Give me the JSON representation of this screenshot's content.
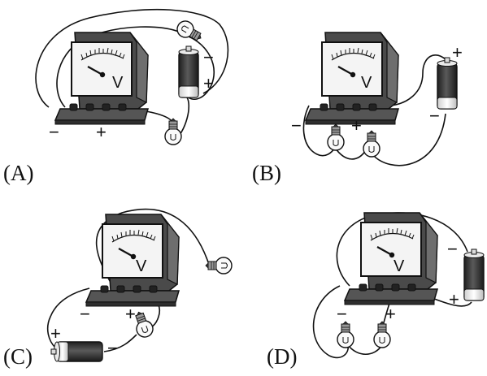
{
  "panels": [
    {
      "id": "A",
      "caption": "(A)",
      "meter_label": "V",
      "meter_terminals": {
        "neg": "−",
        "pos": "+"
      },
      "battery_terminals": {
        "neg": "−",
        "pos": "+"
      }
    },
    {
      "id": "B",
      "caption": "(B)",
      "meter_label": "V",
      "meter_terminals": {
        "neg": "−",
        "pos": "+"
      },
      "battery_terminals": {
        "neg": "−",
        "pos": "+"
      }
    },
    {
      "id": "C",
      "caption": "(C)",
      "meter_label": "V",
      "meter_terminals": {
        "neg": "−",
        "pos": "+"
      },
      "battery_terminals": {
        "neg": "−",
        "pos": "+"
      }
    },
    {
      "id": "D",
      "caption": "(D)",
      "meter_label": "V",
      "meter_terminals": {
        "neg": "−",
        "pos": "+"
      },
      "battery_terminals": {
        "neg": "−",
        "pos": "+"
      }
    }
  ],
  "colors": {
    "ink": "#111111",
    "meter_body": "#6b6b6b",
    "meter_dark": "#3a3a3a",
    "face": "#f4f4f4",
    "battery_dark": "#2c2c2c",
    "bulb_glass": "#fafafa"
  },
  "icons": {
    "meter": "voltmeter-icon",
    "battery": "battery-cell-icon",
    "bulb": "light-bulb-icon"
  }
}
